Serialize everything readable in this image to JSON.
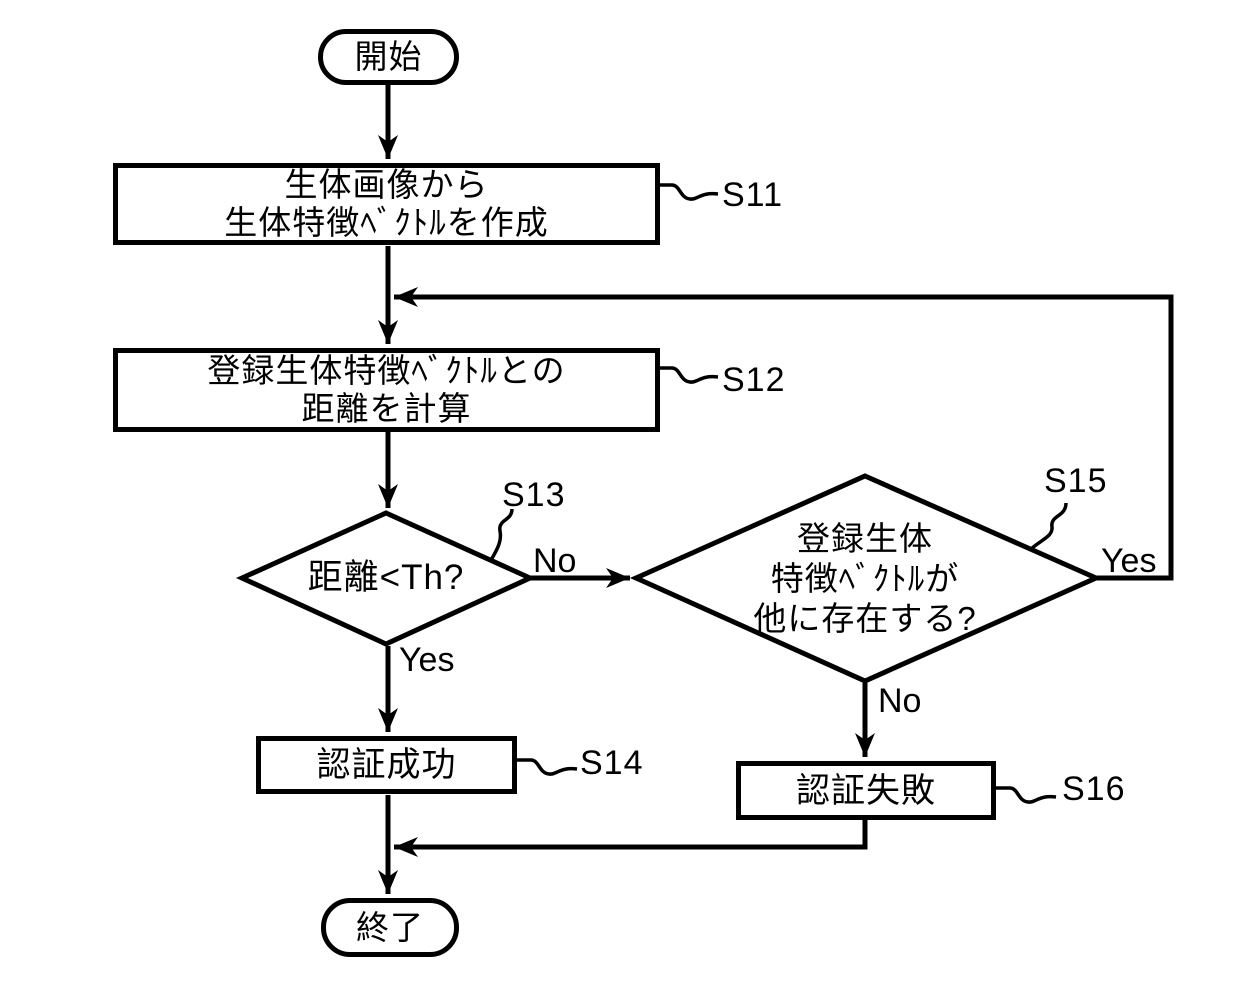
{
  "diagram": {
    "type": "flowchart",
    "colors": {
      "line": "#000000",
      "background": "#ffffff"
    },
    "nodes": {
      "start": {
        "label": "開始"
      },
      "s11": {
        "step": "S11",
        "lines": [
          "生体画像から",
          "生体特徴ﾍﾞｸﾄﾙを作成"
        ]
      },
      "s12": {
        "step": "S12",
        "lines": [
          "登録生体特徴ﾍﾞｸﾄﾙとの",
          "距離を計算"
        ]
      },
      "s13": {
        "step": "S13",
        "label": "距離<Th?",
        "yes": "Yes",
        "no": "No"
      },
      "s14": {
        "step": "S14",
        "label": "認証成功"
      },
      "s15": {
        "step": "S15",
        "lines": [
          "登録生体",
          "特徴ﾍﾞｸﾄﾙが",
          "他に存在する?"
        ],
        "yes": "Yes",
        "no": "No"
      },
      "s16": {
        "step": "S16",
        "label": "認証失敗"
      },
      "end": {
        "label": "終了"
      }
    }
  }
}
